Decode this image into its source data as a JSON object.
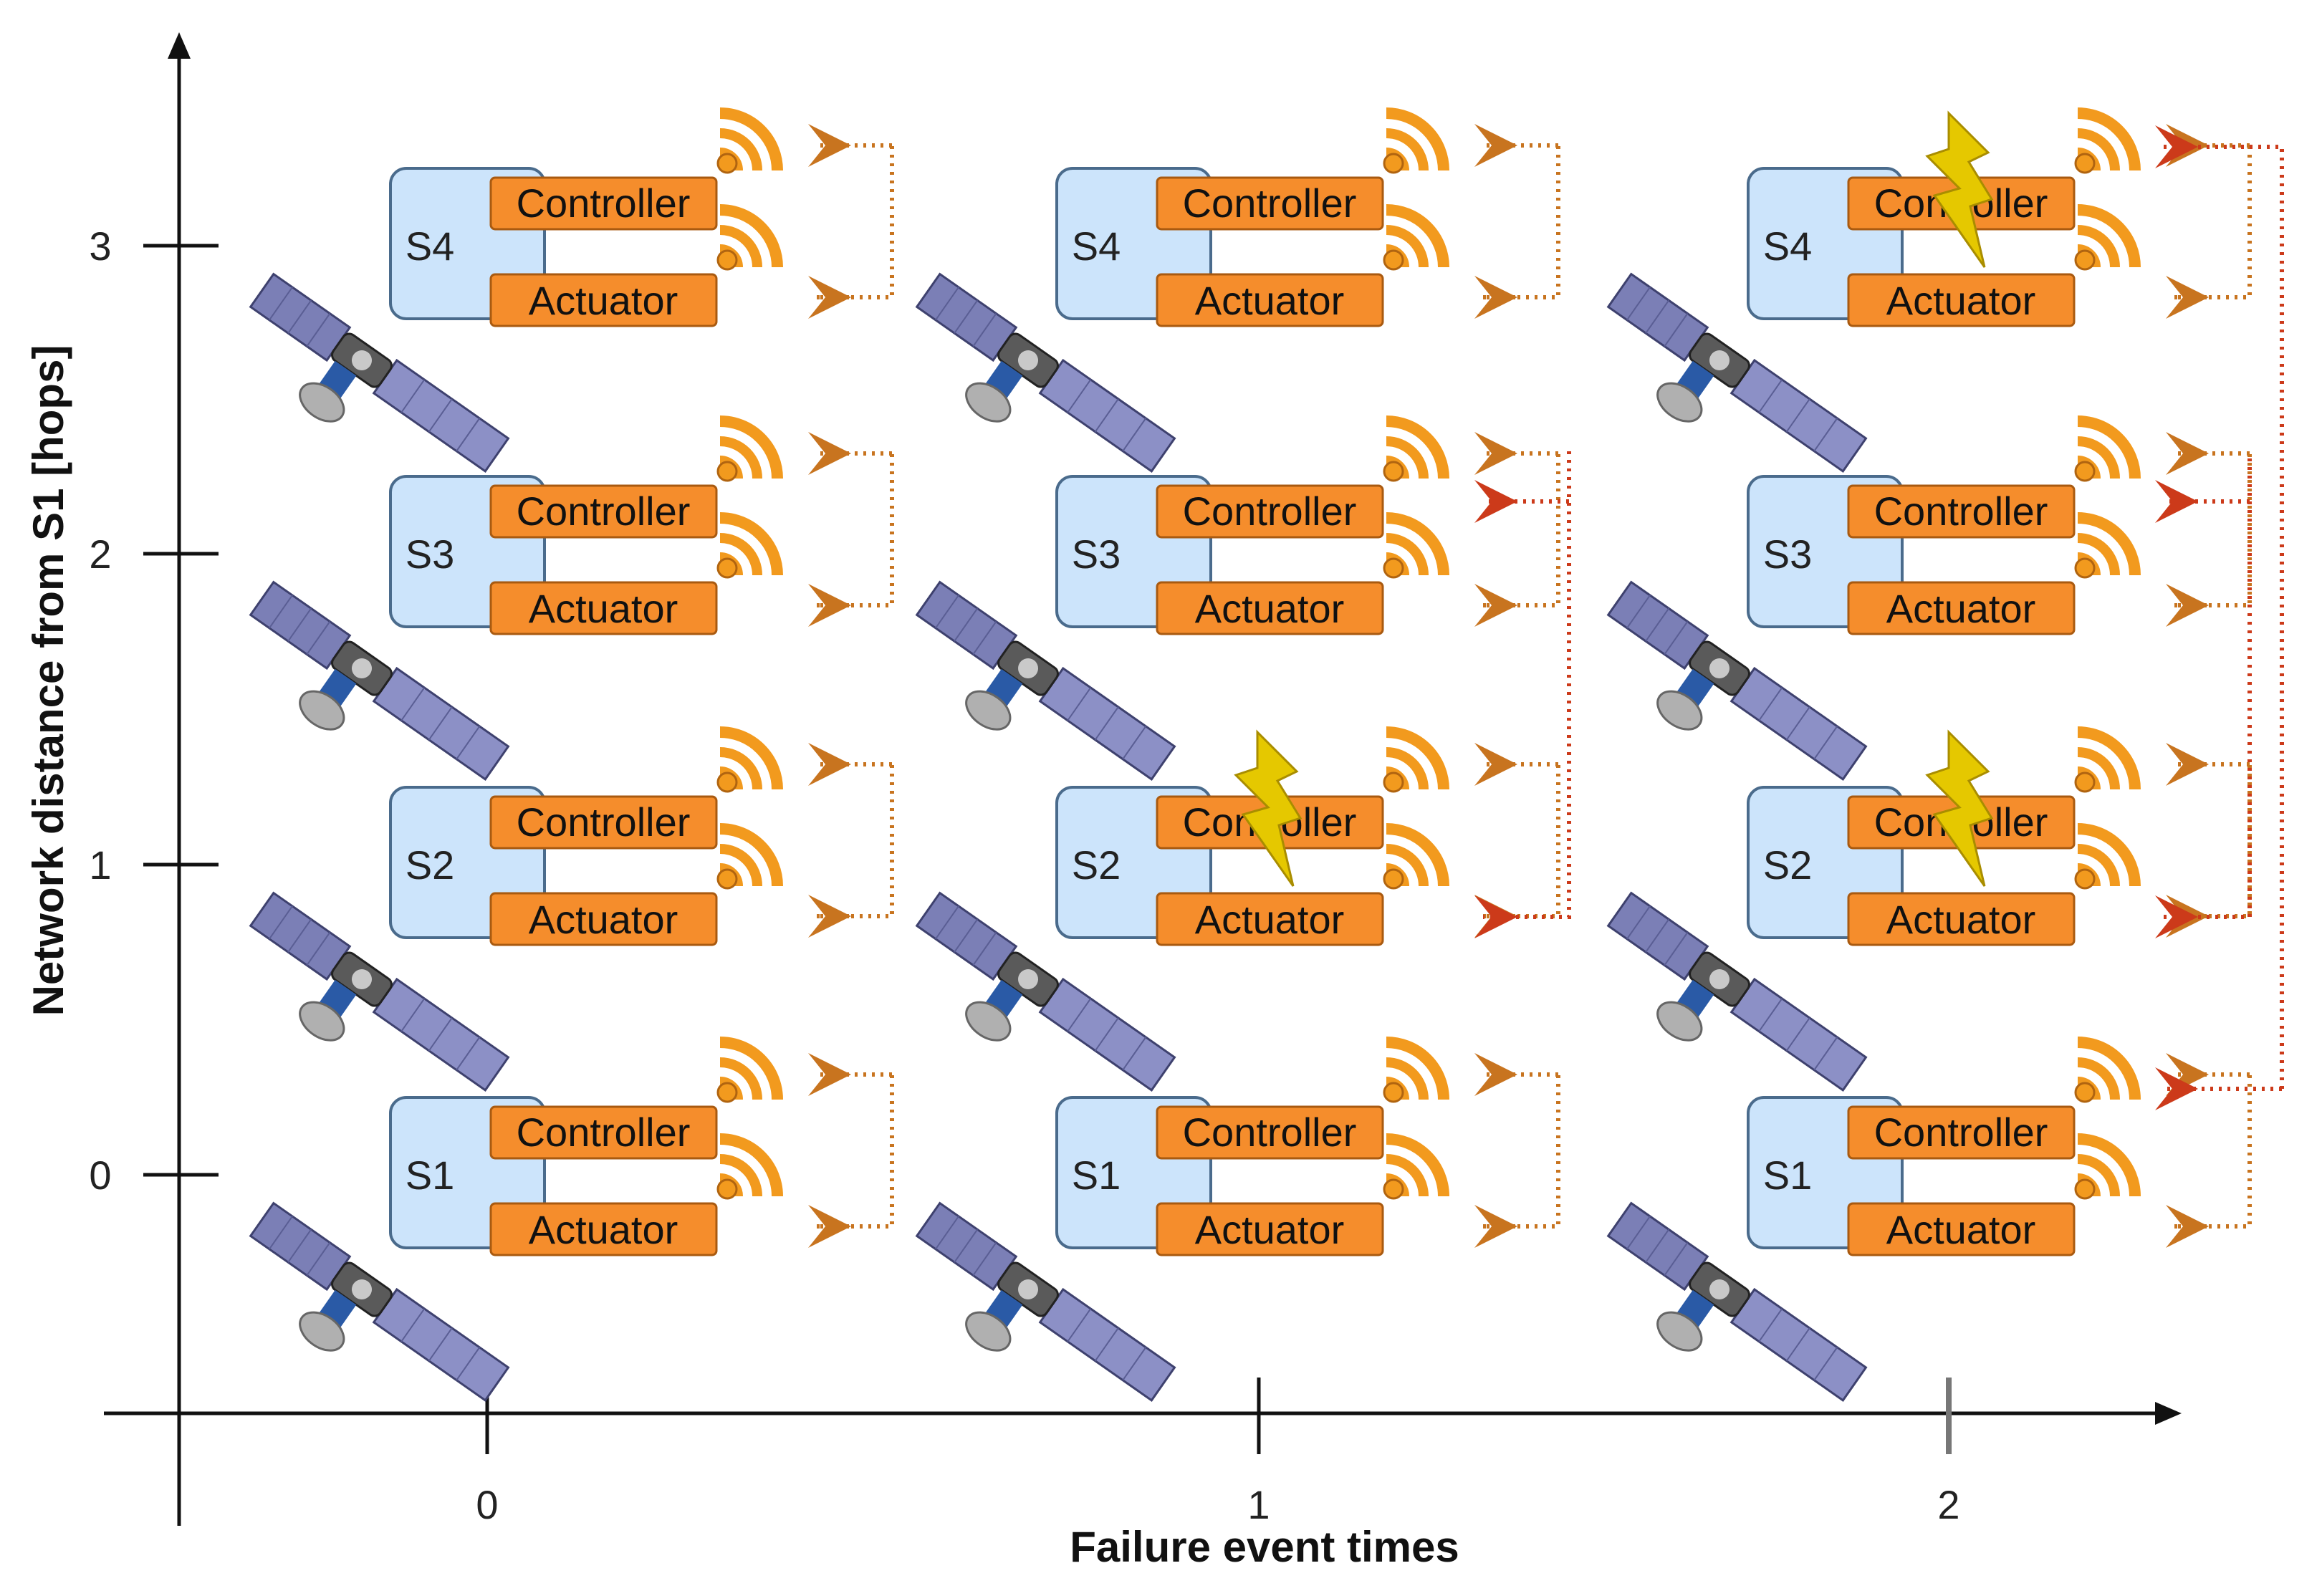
{
  "figure": {
    "x_axis": {
      "title": "Failure event times",
      "ticks": [
        "0",
        "1",
        "2"
      ]
    },
    "y_axis": {
      "title": "Network distance from S1 [hops]",
      "ticks": [
        "0",
        "1",
        "2",
        "3"
      ]
    },
    "columns": [
      {
        "time": "0",
        "satellites": [
          {
            "label": "S1",
            "failed": false
          },
          {
            "label": "S2",
            "failed": false
          },
          {
            "label": "S3",
            "failed": false
          },
          {
            "label": "S4",
            "failed": false
          }
        ]
      },
      {
        "time": "1",
        "satellites": [
          {
            "label": "S1",
            "failed": false
          },
          {
            "label": "S2",
            "failed": true
          },
          {
            "label": "S3",
            "failed": false
          },
          {
            "label": "S4",
            "failed": false
          }
        ]
      },
      {
        "time": "2",
        "satellites": [
          {
            "label": "S1",
            "failed": false
          },
          {
            "label": "S2",
            "failed": true
          },
          {
            "label": "S3",
            "failed": false
          },
          {
            "label": "S4",
            "failed": true
          }
        ]
      }
    ],
    "box_labels": {
      "controller": "Controller",
      "actuator": "Actuator"
    },
    "remote_links": [
      {
        "time": "1",
        "from": "S3",
        "to": "S2"
      },
      {
        "time": "2",
        "from": "S1",
        "to": "S4"
      },
      {
        "time": "2",
        "from": "S3",
        "to": "S2"
      }
    ],
    "colors": {
      "local_link": "#c8741f",
      "remote_link": "#cc3a1a",
      "controller_fill": "#f58d2c",
      "satellite_box": "#cce4fb",
      "failure_bolt": "#e5c800"
    },
    "icons": [
      "satellite-icon",
      "antenna-icon",
      "lightning-bolt-icon"
    ]
  }
}
